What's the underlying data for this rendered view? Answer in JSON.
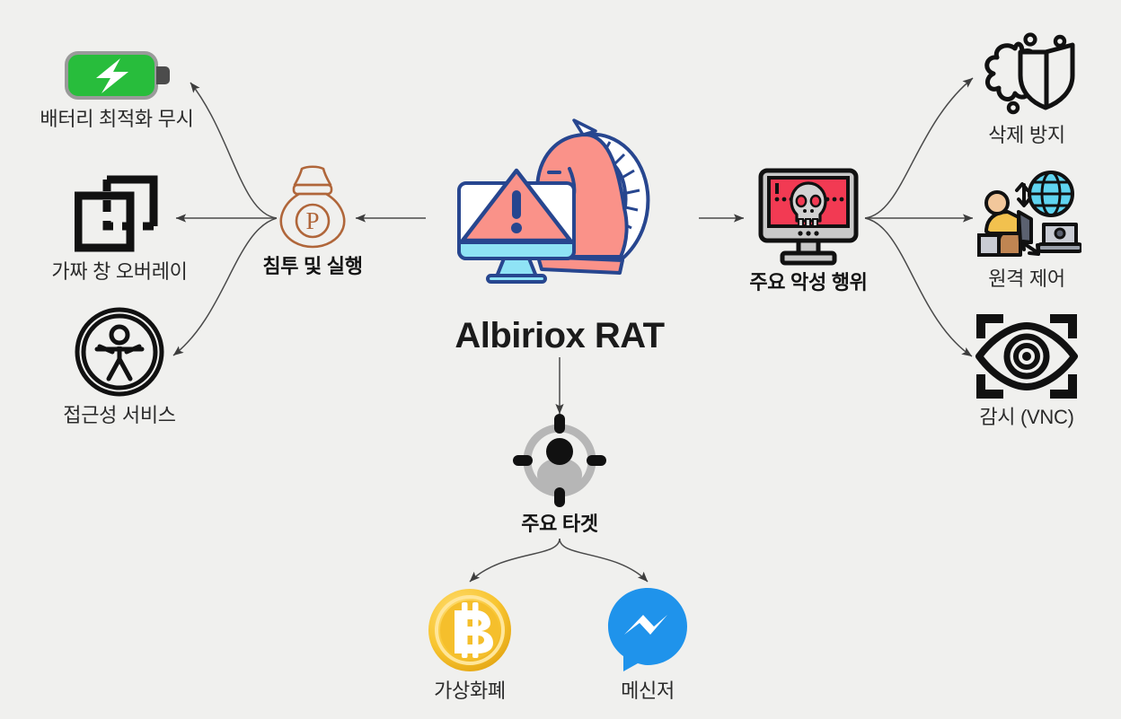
{
  "diagram": {
    "title": "Albiriox RAT",
    "background_color": "#f0f0ee",
    "accent_colors": {
      "moneybag": "#b0663a",
      "battery_green": "#28bd3c",
      "skull_screen_red": "#f2record",
      "trojan_pink": "#fa9289",
      "trojan_blue": "#27468f",
      "bitcoin_gold": "#f7c531",
      "messenger_blue": "#1f93eb",
      "arrow_gray": "#4a4a4a"
    },
    "center": {
      "label": "Albiriox RAT",
      "icon": "trojan-horse-monitor-warning-icon"
    },
    "branches": {
      "left": {
        "hub_label": "침투 및 실행",
        "hub_icon": "money-bag-icon",
        "items": [
          {
            "label": "배터리 최적화 무시",
            "icon": "battery-charging-icon"
          },
          {
            "label": "가짜 창 오버레이",
            "icon": "overlay-windows-icon"
          },
          {
            "label": "접근성 서비스",
            "icon": "accessibility-person-icon"
          }
        ]
      },
      "right": {
        "hub_label": "주요 악성 행위",
        "hub_icon": "skull-monitor-icon",
        "items": [
          {
            "label": "삭제 방지",
            "icon": "virus-shield-icon"
          },
          {
            "label": "원격 제어",
            "icon": "remote-control-person-icon"
          },
          {
            "label": "감시 (VNC)",
            "icon": "eye-surveillance-icon"
          }
        ]
      },
      "bottom": {
        "hub_label": "주요 타겟",
        "hub_icon": "target-person-icon",
        "items": [
          {
            "label": "가상화폐",
            "icon": "bitcoin-coin-icon"
          },
          {
            "label": "메신저",
            "icon": "messenger-bubble-icon"
          }
        ]
      }
    }
  }
}
